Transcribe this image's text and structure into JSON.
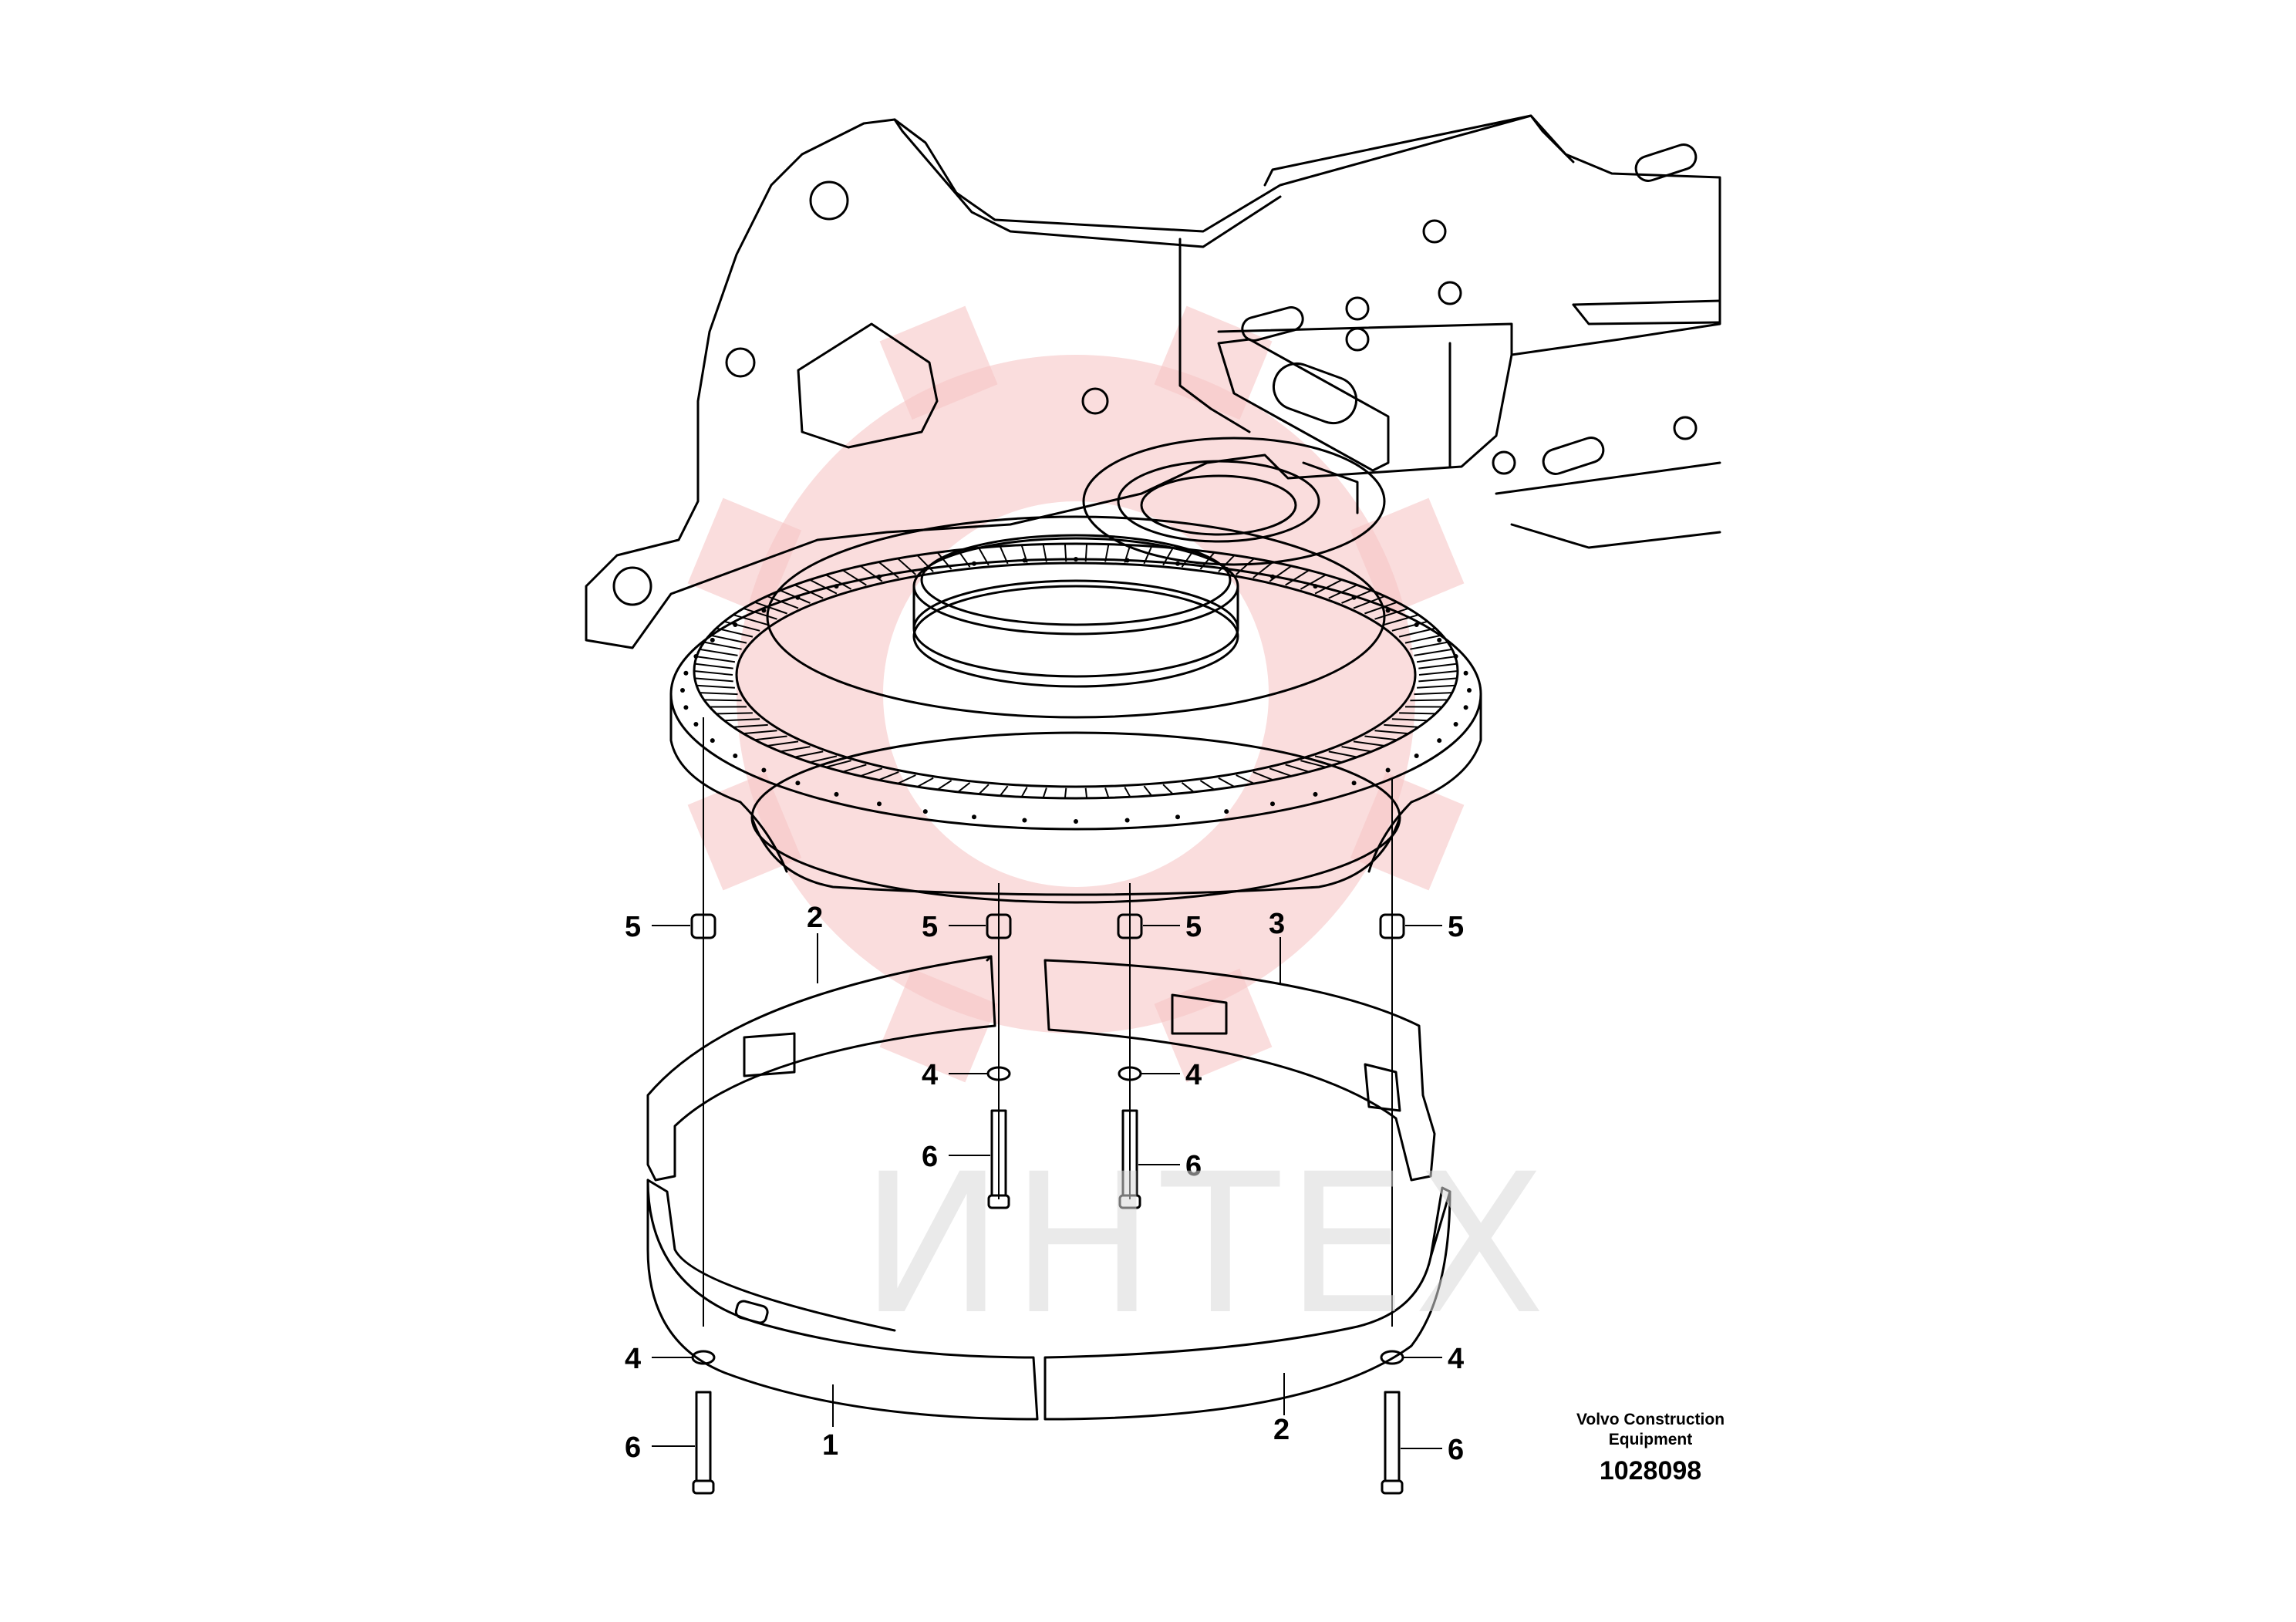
{
  "caption": {
    "company": "Volvo Construction Equipment",
    "drawing_number": "1028098"
  },
  "watermark": {
    "text": "ИНТЕХ",
    "gear_color": "#f7c7c7",
    "text_color": "#d9d9d9"
  },
  "callouts": [
    {
      "id": "c5a",
      "label": "5"
    },
    {
      "id": "c2a",
      "label": "2"
    },
    {
      "id": "c5b",
      "label": "5"
    },
    {
      "id": "c5c",
      "label": "5"
    },
    {
      "id": "c3",
      "label": "3"
    },
    {
      "id": "c5d",
      "label": "5"
    },
    {
      "id": "c4a",
      "label": "4"
    },
    {
      "id": "c4b",
      "label": "4"
    },
    {
      "id": "c6a",
      "label": "6"
    },
    {
      "id": "c6b",
      "label": "6"
    },
    {
      "id": "c4c",
      "label": "4"
    },
    {
      "id": "c4d",
      "label": "4"
    },
    {
      "id": "c1",
      "label": "1"
    },
    {
      "id": "c2b",
      "label": "2"
    },
    {
      "id": "c6c",
      "label": "6"
    },
    {
      "id": "c6d",
      "label": "6"
    }
  ]
}
